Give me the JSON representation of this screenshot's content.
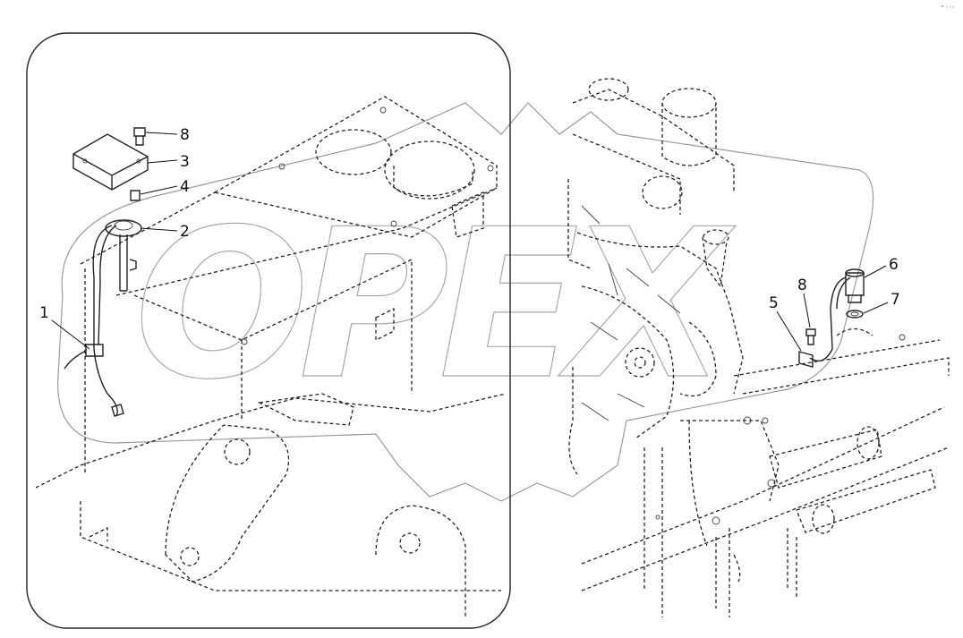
{
  "callouts": [
    {
      "label": "1"
    },
    {
      "label": "2"
    },
    {
      "label": "3"
    },
    {
      "label": "4"
    },
    {
      "label": "5"
    },
    {
      "label": "6"
    },
    {
      "label": "7"
    },
    {
      "label": "8"
    },
    {
      "label": "8"
    }
  ],
  "watermark": {
    "text": "OPEX"
  },
  "corner_mark": {
    "text": "ᵉ ◦◦◦"
  }
}
